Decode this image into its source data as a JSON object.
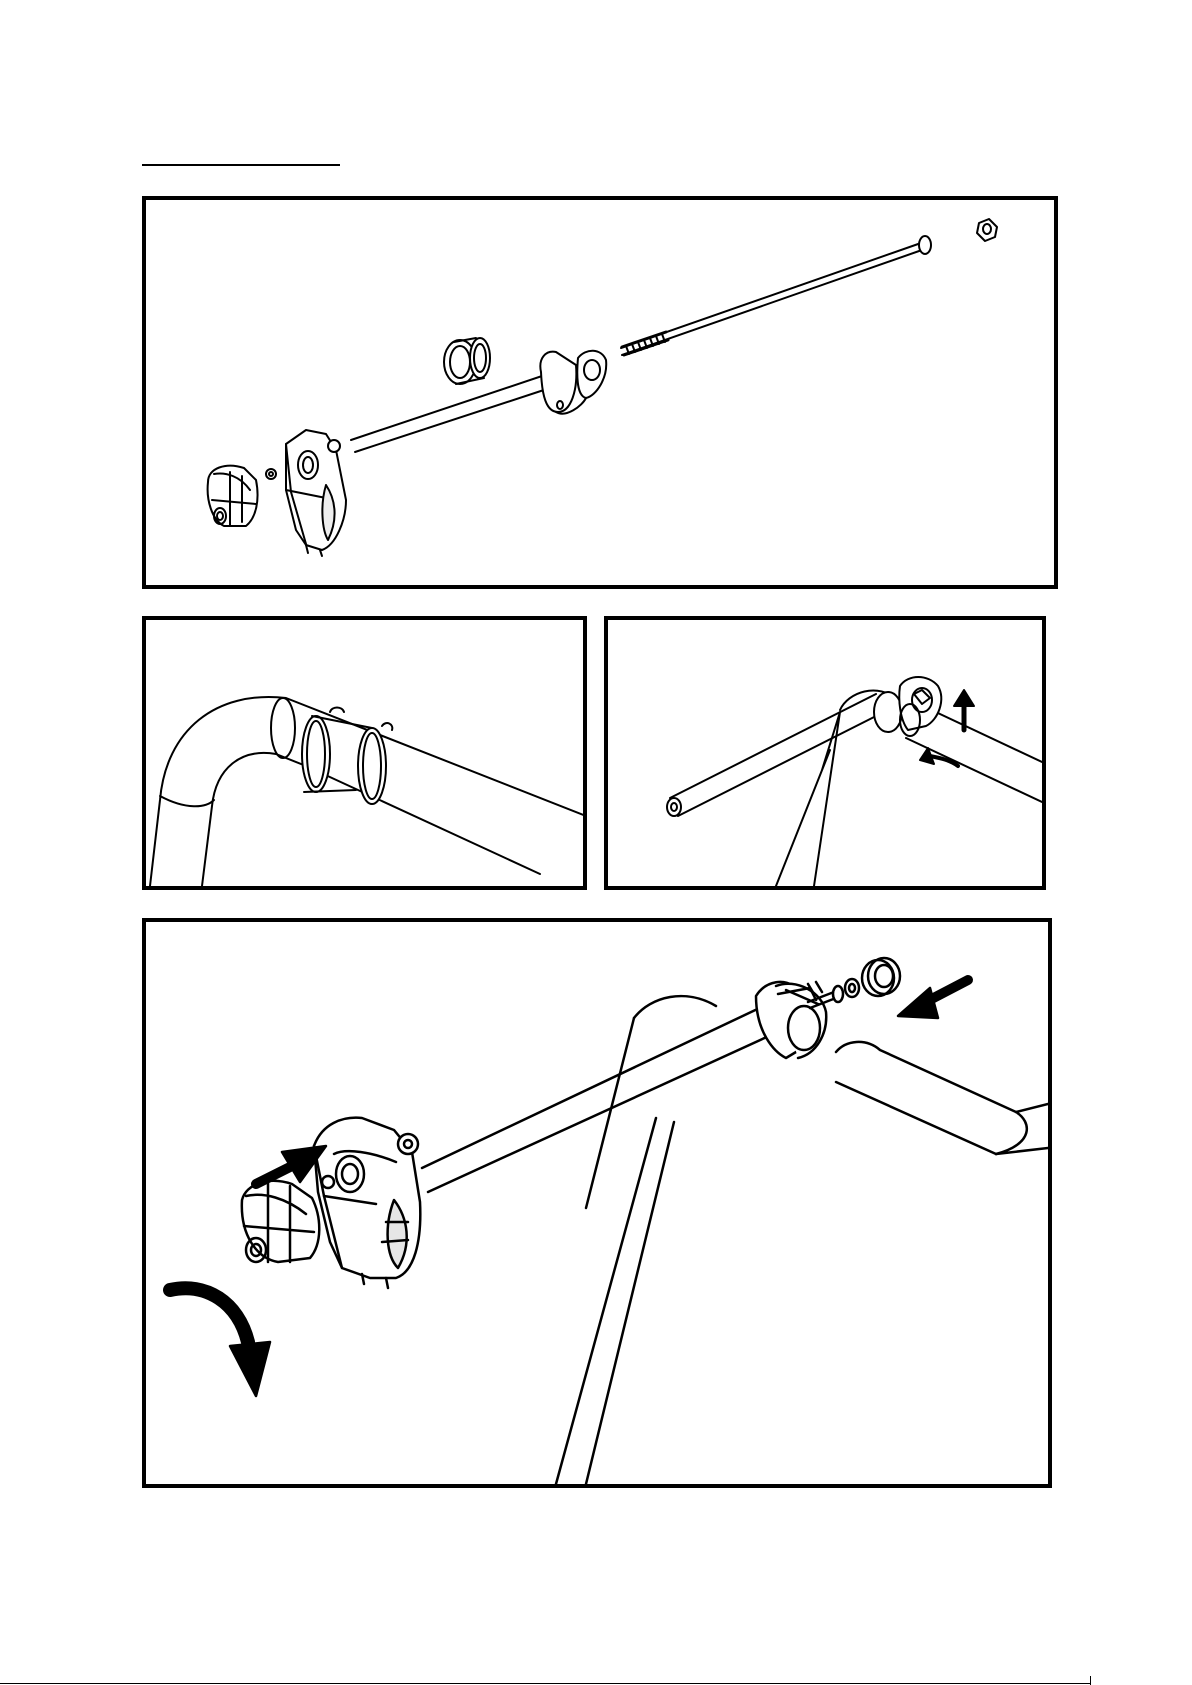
{
  "document": {
    "type": "assembly-instructions",
    "step_heading": ""
  },
  "panels": [
    {
      "id": "exploded-view",
      "parts": [
        "clamp-knob",
        "washer",
        "arm-bracket",
        "rod",
        "sleeve",
        "saddle-clamp",
        "threaded-bolt",
        "nut"
      ]
    },
    {
      "id": "fit-sleeve",
      "parts": [
        "frame-tube",
        "sleeve"
      ]
    },
    {
      "id": "fit-saddle-clamp",
      "parts": [
        "rod",
        "saddle-clamp",
        "rotation-arrow"
      ]
    },
    {
      "id": "final-assembly",
      "parts": [
        "clamp-knob",
        "arm-bracket",
        "rod",
        "saddle-clamp",
        "bolt",
        "washer",
        "nut",
        "push-arrows",
        "rotation-arrow"
      ]
    }
  ],
  "colors": {
    "line": "#000000",
    "fill": "#ffffff",
    "shade": "#e6e6e6"
  }
}
